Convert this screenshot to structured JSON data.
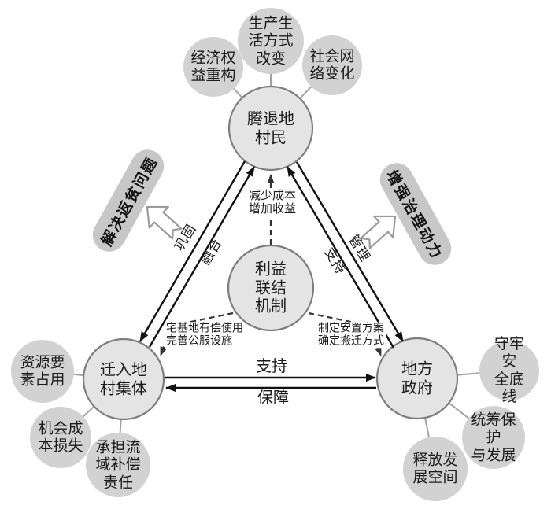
{
  "colors": {
    "satellite_fill": "#d2d2d2",
    "main_node_fill": "#e4e4e4",
    "main_node_stroke": "#7e7e7e",
    "pill_fill": "#c7c7c7",
    "arrow": "#111111",
    "dashed_arrow": "#333333",
    "connector": "#a3a3a3",
    "block_arrow_fill": "#ffffff",
    "block_arrow_stroke": "#9b9b9b"
  },
  "nodes": {
    "top": "腾退地\n村民",
    "center": "利益\n联结\n机制",
    "left": "迁入地\n村集体",
    "right": "地方\n政府"
  },
  "satellites": {
    "top": [
      "经济权\n益重构",
      "生产生\n活方式\n改变",
      "社会网\n络变化"
    ],
    "left": [
      "资源要\n素占用",
      "机会成\n本损失",
      "承担流\n域补偿\n责任"
    ],
    "right": [
      "守牢安\n全底线",
      "统筹保护\n与发展",
      "释放发\n展空间"
    ]
  },
  "pills": {
    "left": "解决返贫问题",
    "right": "增强治理动力"
  },
  "edge_labels": {
    "consolidate": "巩固",
    "integrate": "融合",
    "manage": "管理",
    "support_right": "支持",
    "support_bottom": "支持",
    "guarantee": "保障"
  },
  "mechanism_labels": {
    "to_top": "减少成本\n增加收益",
    "to_left": "宅基地有偿使用\n完善公服设施",
    "to_right": "制定安置方案\n确定搬迁方式"
  }
}
